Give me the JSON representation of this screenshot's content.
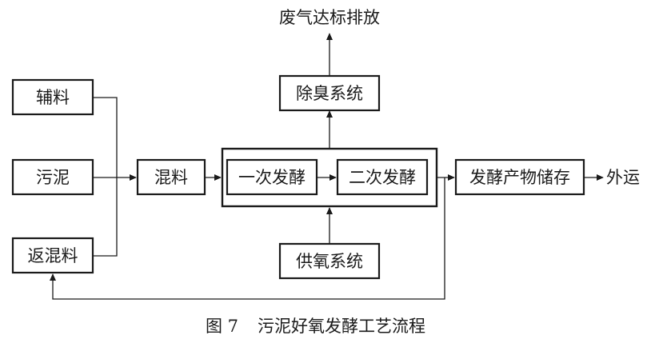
{
  "nodes": {
    "auxiliary_material": "辅料",
    "sludge": "污泥",
    "return_mix": "返混料",
    "mixing": "混料",
    "primary_fermentation": "一次发酵",
    "secondary_fermentation": "二次发酵",
    "deodorization": "除臭系统",
    "exhaust": "废气达标排放",
    "oxygen_supply": "供氧系统",
    "product_storage": "发酵产物储存",
    "transport_out": "外运"
  },
  "caption": {
    "figure_number": "图 7",
    "title": "污泥好氧发酵工艺流程"
  }
}
